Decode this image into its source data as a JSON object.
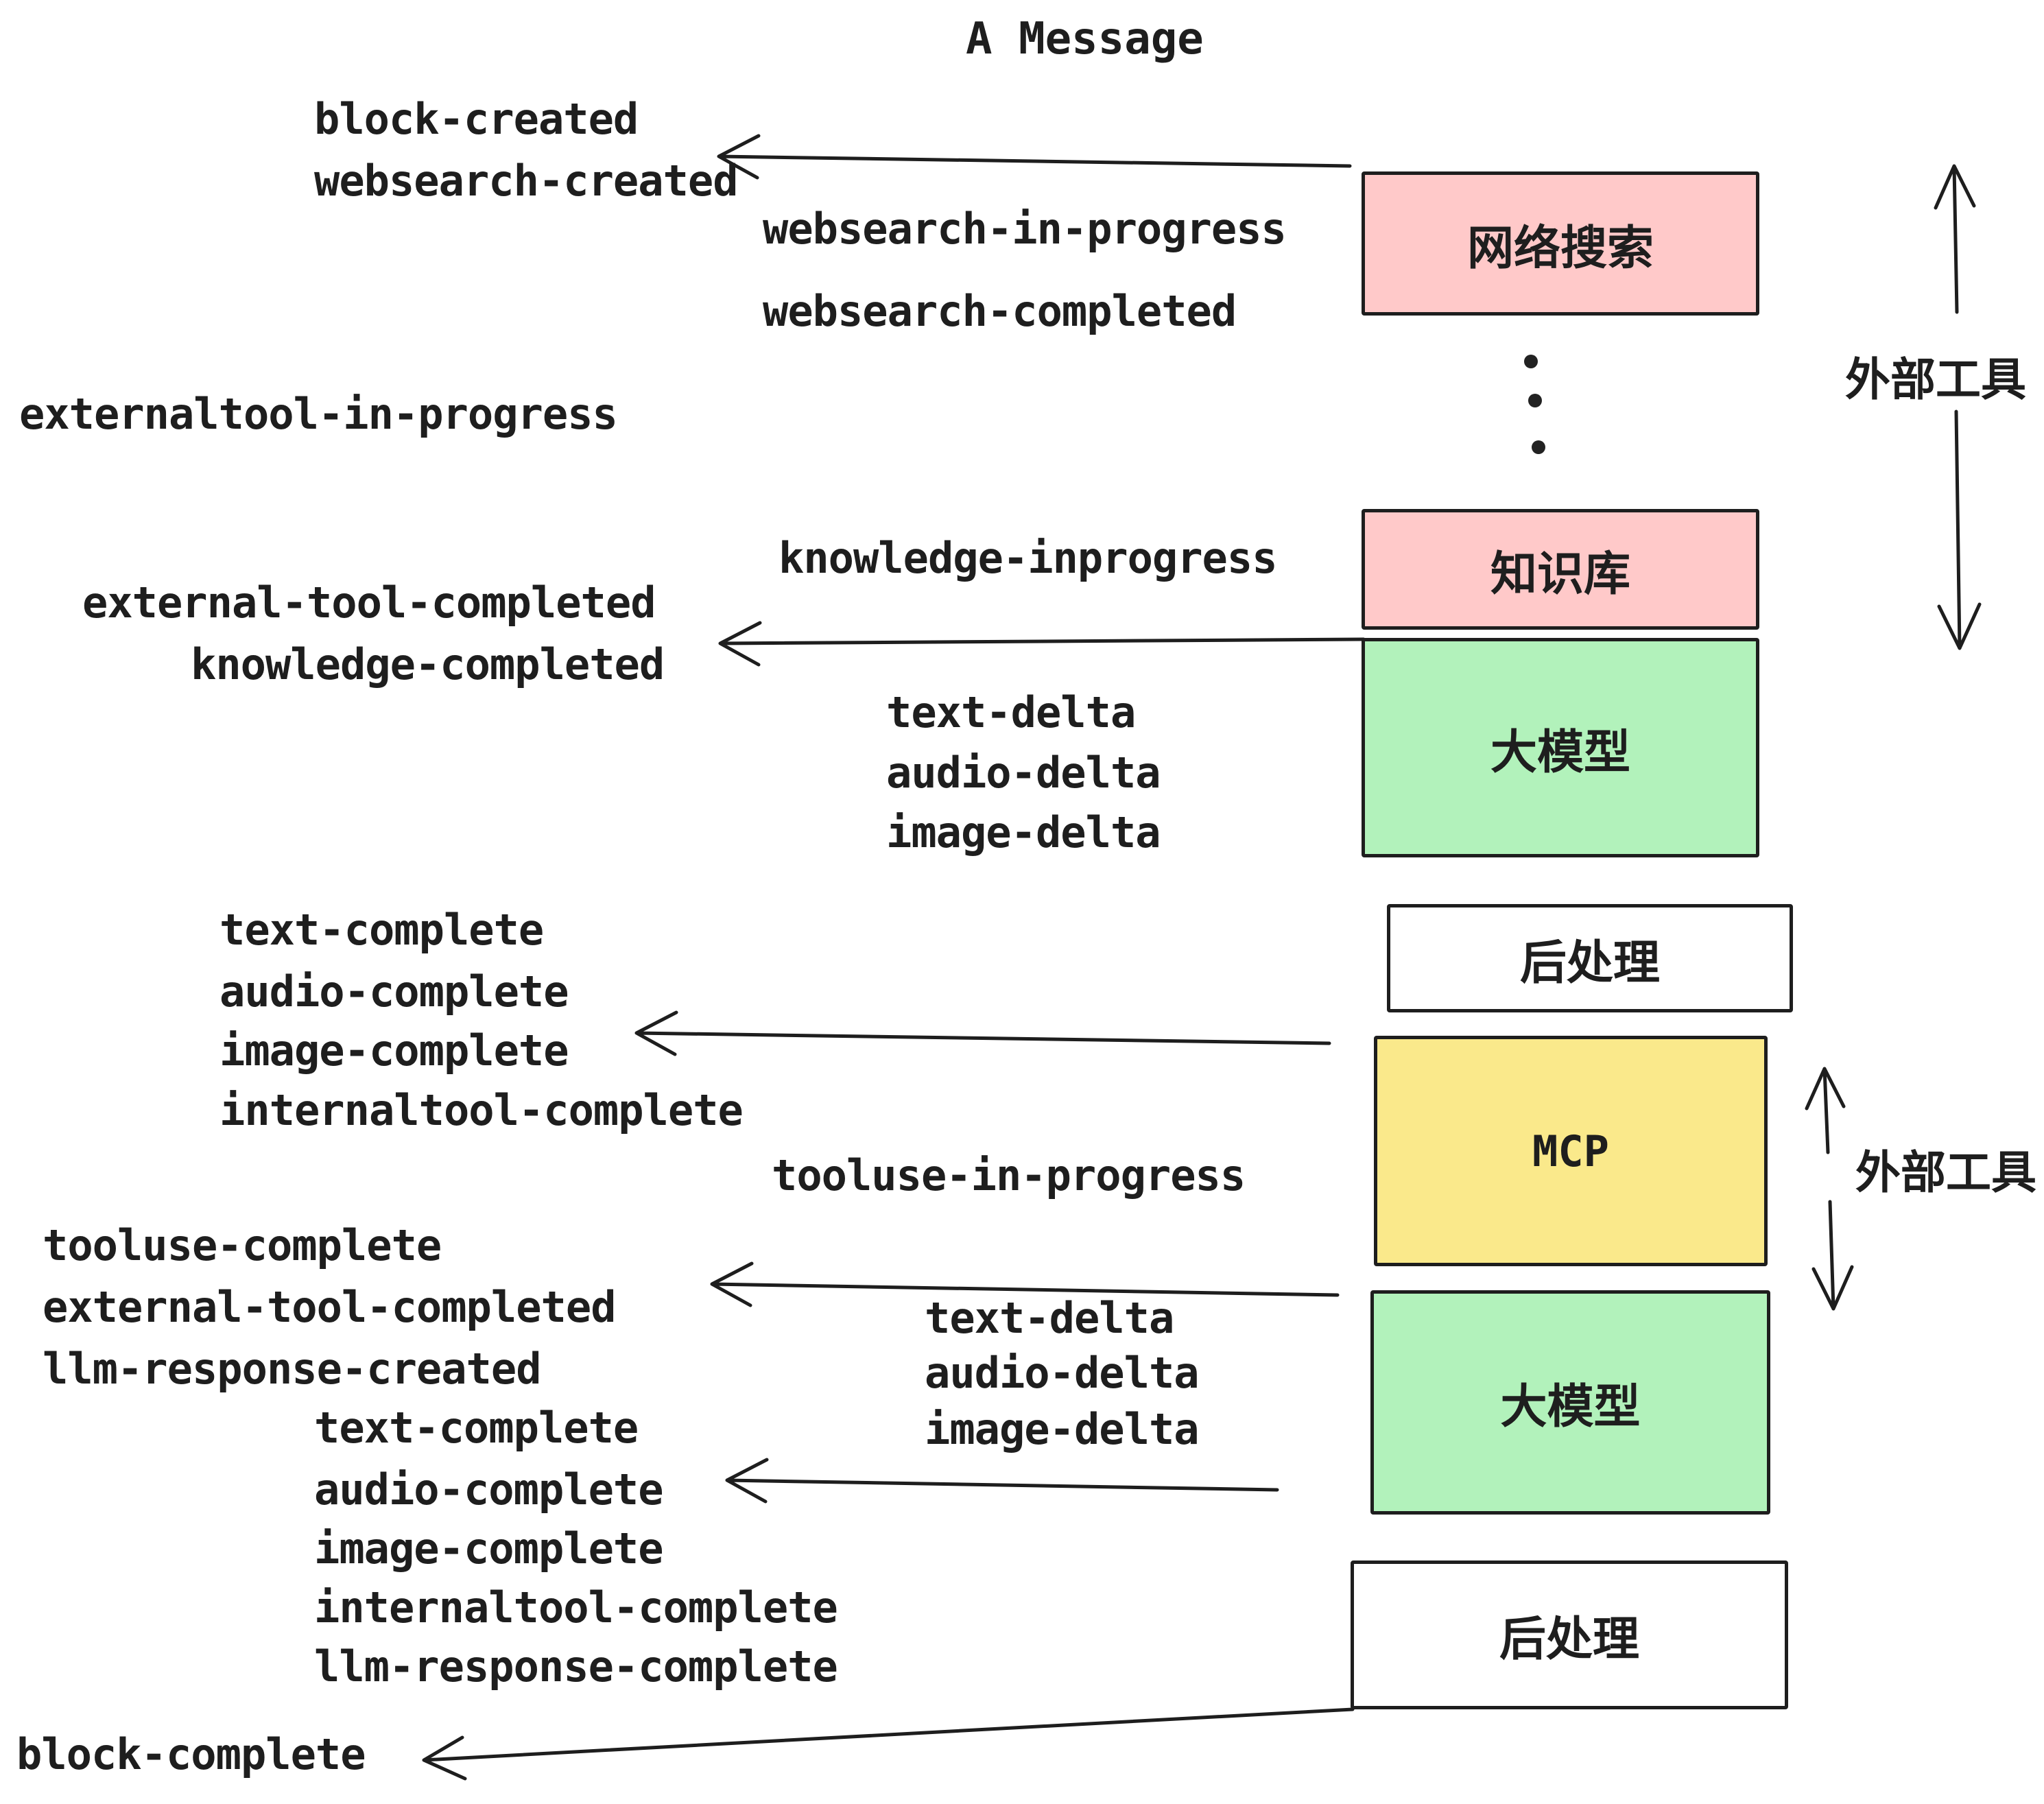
{
  "title": "A Message",
  "labels": {
    "block_created": "block-created",
    "websearch_created": "websearch-created",
    "websearch_in_progress": "websearch-in-progress",
    "websearch_completed": "websearch-completed",
    "externaltool_in_progress": "externaltool-in-progress",
    "knowledge_inprogress": "knowledge-inprogress",
    "external_tool_completed": "external-tool-completed",
    "knowledge_completed": "knowledge-completed",
    "text_delta": "text-delta",
    "audio_delta": "audio-delta",
    "image_delta": "image-delta",
    "text_complete": "text-complete",
    "audio_complete": "audio-complete",
    "image_complete": "image-complete",
    "internaltool_complete": "internaltool-complete",
    "tooluse_in_progress": "tooluse-in-progress",
    "tooluse_complete": "tooluse-complete",
    "external_tool_completed_2": "external-tool-completed",
    "llm_response_created": "llm-response-created",
    "text_delta_2": "text-delta",
    "audio_delta_2": "audio-delta",
    "image_delta_2": "image-delta",
    "text_complete_2": "text-complete",
    "audio_complete_2": "audio-complete",
    "image_complete_2": "image-complete",
    "internaltool_complete_2": "internaltool-complete",
    "llm_response_complete": "llm-response-complete",
    "block_complete": "block-complete"
  },
  "boxes": {
    "websearch": {
      "label": "网络搜索",
      "color": "#ffc9c9"
    },
    "knowledge": {
      "label": "知识库",
      "color": "#ffc9c9"
    },
    "llm": {
      "label": "大模型",
      "color": "#b2f2bb"
    },
    "postprocess": {
      "label": "后处理",
      "color": "#ffffff"
    },
    "mcp": {
      "label": "MCP",
      "color": "#fae98b"
    },
    "llm_2": {
      "label": "大模型",
      "color": "#b2f2bb"
    },
    "postprocess_2": {
      "label": "后处理",
      "color": "#ffffff"
    }
  },
  "side_labels": {
    "external_tools_top": "外部工具",
    "external_tools_bottom": "外部工具"
  },
  "colors": {
    "ink": "#1e1e1e",
    "pink": "#ffc9c9",
    "green": "#b2f2bb",
    "yellow": "#fae98b",
    "background": "#ffffff"
  }
}
